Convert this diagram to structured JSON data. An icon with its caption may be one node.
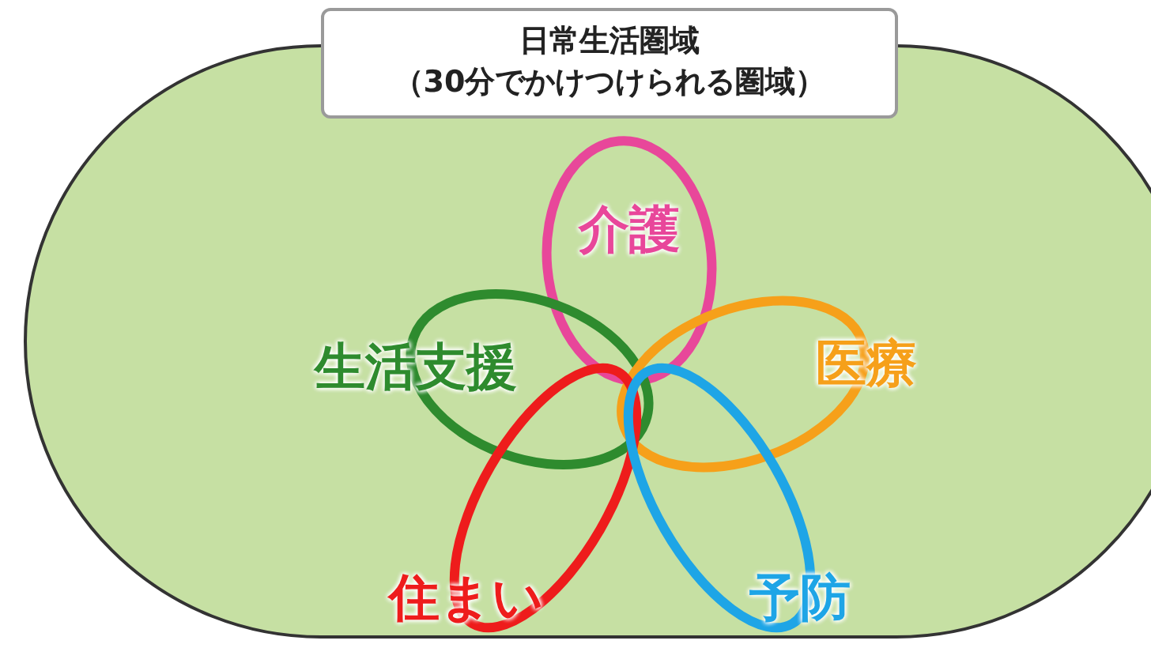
{
  "diagram": {
    "nodes": [
      {
        "text": [
          "日常生活圏域",
          "（30分でかけつけられる圏域）"
        ]
      },
      {
        "text": [
          "介護"
        ],
        "in": 0
      },
      {
        "text": [
          "生活支援"
        ],
        "in": 0
      },
      {
        "text": [
          "医療"
        ],
        "in": 0
      },
      {
        "text": [
          "住まい"
        ],
        "in": 0
      },
      {
        "text": [
          "予防"
        ],
        "in": 0
      }
    ],
    "edges": []
  }
}
